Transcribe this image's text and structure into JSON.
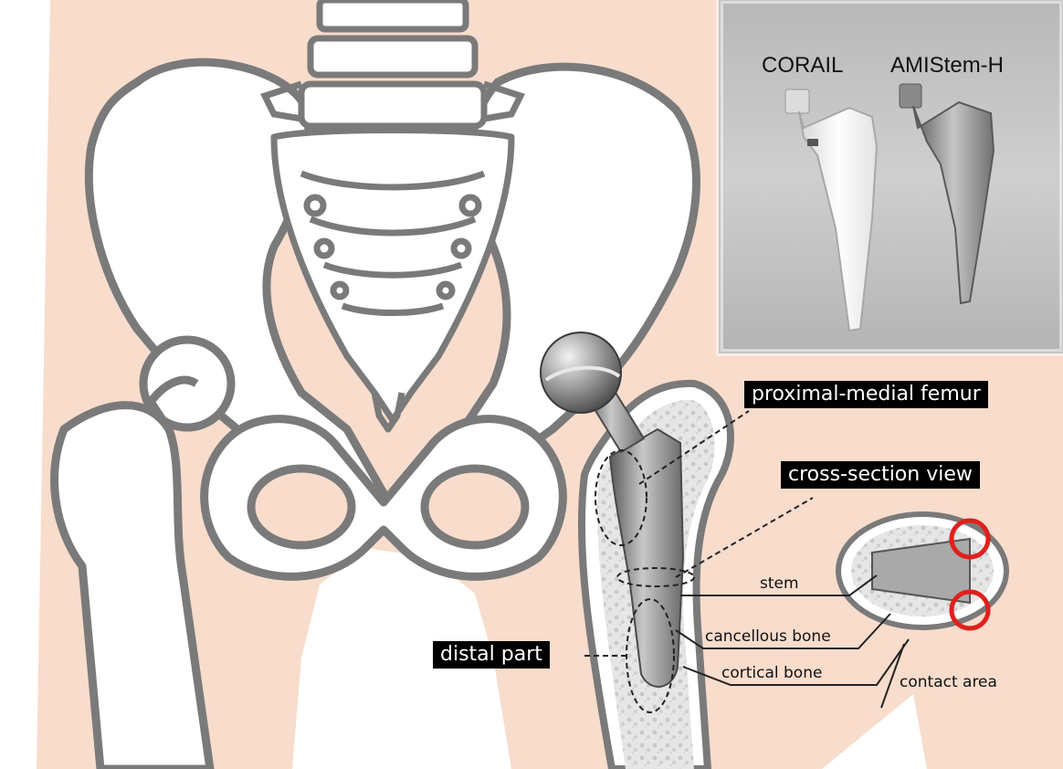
{
  "inset": {
    "implants": [
      {
        "name": "CORAIL",
        "finish": "white",
        "color": "#f4f4f4"
      },
      {
        "name": "AMIStem-H",
        "finish": "grey metallic",
        "color": "#9a9a9a"
      }
    ],
    "background_color": "#c8c8c8"
  },
  "callouts": {
    "proximal_medial_femur": "proximal-medial femur",
    "cross_section_view": "cross-section view",
    "distal_part": "distal part"
  },
  "labels": {
    "stem": "stem",
    "cancellous_bone": "cancellous bone",
    "cortical_bone": "cortical bone",
    "contact_area": "contact area"
  },
  "colors": {
    "skin": "#f8dccc",
    "bone_outline": "#7a7a7a",
    "bone_fill": "#ffffff",
    "cancellous": "#dcdcdc",
    "implant_metal": "#8c8c8c",
    "contact_marker": "#e0201c",
    "label_bg": "#000000"
  }
}
